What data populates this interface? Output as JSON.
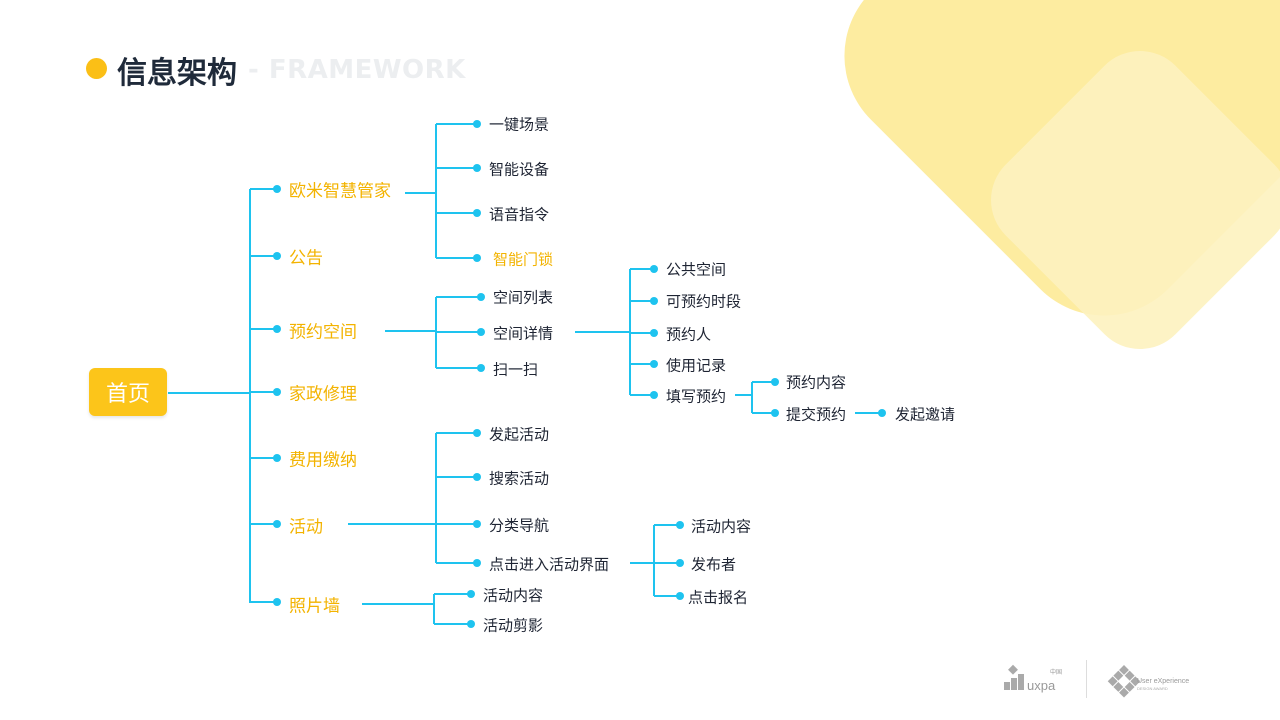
{
  "header": {
    "title": "信息架构",
    "subtitle": "- FRAMEWORK"
  },
  "root": "首页",
  "level1": [
    "欧米智慧管家",
    "公告",
    "预约空间",
    "家政修理",
    "费用缴纳",
    "活动",
    "照片墙"
  ],
  "smart_home": [
    "一键场景",
    "智能设备",
    "语音指令",
    "智能门锁"
  ],
  "booking": [
    "空间列表",
    "空间详情",
    "扫一扫"
  ],
  "space_detail": [
    "公共空间",
    "可预约时段",
    "预约人",
    "使用记录",
    "填写预约"
  ],
  "fill_booking": [
    "预约内容",
    "提交预约"
  ],
  "submit_booking": [
    "发起邀请"
  ],
  "activity": [
    "发起活动",
    "搜索活动",
    "分类导航",
    "点击进入活动界面"
  ],
  "activity_page": [
    "活动内容",
    "发布者",
    "点击报名"
  ],
  "photo_wall": [
    "活动内容",
    "活动剪影"
  ],
  "logos": {
    "uxpa": "uxpa",
    "uxpa_cn": "中国",
    "ue": "User eXperience",
    "ue_sub": "DESIGN AWARD"
  },
  "colors": {
    "accent": "#fbbf16",
    "line": "#1ec3ef",
    "text": "#1f2a3a"
  }
}
